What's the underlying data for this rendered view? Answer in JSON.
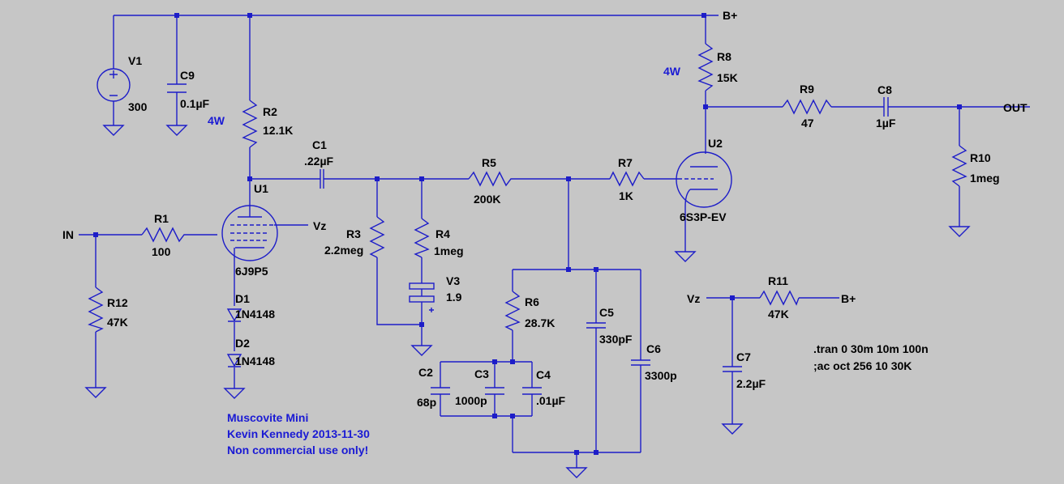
{
  "colors": {
    "background": "#c6c6c6",
    "wire": "#1d1dc8",
    "text": "#000000",
    "note": "#1a1ad4"
  },
  "components": {
    "V1": {
      "ref": "V1",
      "value": "300"
    },
    "C9": {
      "ref": "C9",
      "value": "0.1µF"
    },
    "R2": {
      "ref": "R2",
      "value": "12.1K",
      "note": "4W"
    },
    "R8": {
      "ref": "R8",
      "value": "15K",
      "note": "4W"
    },
    "C1": {
      "ref": "C1",
      "value": ".22µF"
    },
    "R1": {
      "ref": "R1",
      "value": "100"
    },
    "R12": {
      "ref": "R12",
      "value": "47K"
    },
    "U1": {
      "ref": "U1",
      "value": "6J9P5"
    },
    "D1": {
      "ref": "D1",
      "value": "1N4148"
    },
    "D2": {
      "ref": "D2",
      "value": "1N4148"
    },
    "R3": {
      "ref": "R3",
      "value": "2.2meg"
    },
    "R4": {
      "ref": "R4",
      "value": "1meg"
    },
    "V3": {
      "ref": "V3",
      "value": "1.9"
    },
    "R5": {
      "ref": "R5",
      "value": "200K"
    },
    "R7": {
      "ref": "R7",
      "value": "1K"
    },
    "U2": {
      "ref": "U2",
      "value": "6S3P-EV"
    },
    "R9": {
      "ref": "R9",
      "value": "47"
    },
    "C8": {
      "ref": "C8",
      "value": "1µF"
    },
    "R10": {
      "ref": "R10",
      "value": "1meg"
    },
    "R6": {
      "ref": "R6",
      "value": "28.7K"
    },
    "C5": {
      "ref": "C5",
      "value": "330pF"
    },
    "C6": {
      "ref": "C6",
      "value": "3300p"
    },
    "C2": {
      "ref": "C2",
      "value": "68p"
    },
    "C3": {
      "ref": "C3",
      "value": "1000p"
    },
    "C4": {
      "ref": "C4",
      "value": ".01µF"
    },
    "R11": {
      "ref": "R11",
      "value": "47K"
    },
    "C7": {
      "ref": "C7",
      "value": "2.2µF"
    }
  },
  "nets": {
    "in": "IN",
    "out": "OUT",
    "bplus": "B+",
    "bplus2": "B+",
    "vz": "Vz",
    "vz2": "Vz"
  },
  "directives": [
    ".tran 0 30m 10m 100n",
    ";ac oct 256 10 30K"
  ],
  "credits": [
    "Muscovite Mini",
    "Kevin Kennedy 2013-11-30",
    "Non commercial use only!"
  ]
}
